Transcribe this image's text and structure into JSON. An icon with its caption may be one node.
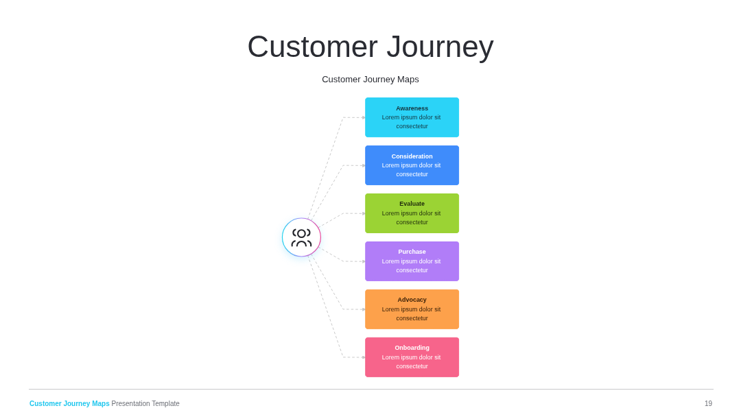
{
  "diagram": {
    "title": "Customer Journey",
    "nodes": [
      {
        "text": [
          "Awareness",
          "Lorem ipsum dolor sit consectetur"
        ]
      },
      {
        "text": [
          "Consideration",
          "Lorem ipsum dolor sit consectetur"
        ]
      },
      {
        "text": [
          "Evaluate",
          "Lorem ipsum dolor sit consectetur"
        ]
      },
      {
        "text": [],
        "shape": "circle"
      },
      {
        "text": [
          "Purchase",
          "Lorem ipsum dolor sit consectetur"
        ]
      },
      {
        "text": [
          "Advocacy",
          "Lorem ipsum dolor sit consectetur"
        ]
      },
      {
        "text": [
          "Onboarding",
          "Lorem ipsum dolor sit consectetur"
        ]
      }
    ],
    "edges": [
      {
        "from": 3,
        "to": 0,
        "arrow": "to",
        "style": "dashed"
      },
      {
        "from": 3,
        "to": 1,
        "arrow": "to",
        "style": "dashed"
      },
      {
        "from": 3,
        "to": 2,
        "arrow": "to",
        "style": "dashed"
      },
      {
        "from": 3,
        "to": 4,
        "arrow": "to",
        "style": "dashed"
      },
      {
        "from": 3,
        "to": 5,
        "arrow": "to",
        "style": "dashed"
      },
      {
        "from": 3,
        "to": 6,
        "arrow": "to",
        "style": "dashed"
      }
    ],
    "labels": [
      "Customer Journey Maps",
      "**Customer Journey Maps** Presentation Template",
      "19"
    ]
  }
}
